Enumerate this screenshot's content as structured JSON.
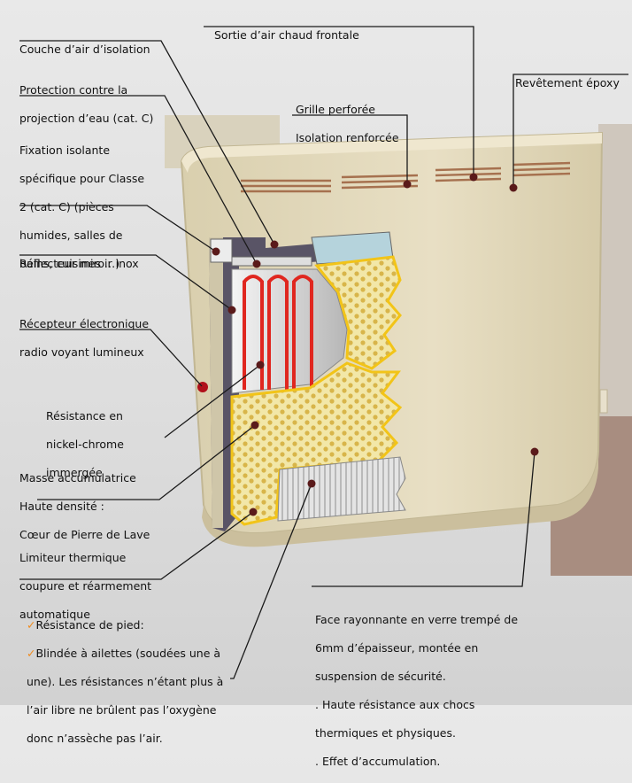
{
  "labels": {
    "sortie_air": "Sortie d’air chaud frontale",
    "couche_air": "Couche d’air d’isolation",
    "protection_l1": "Protection contre la",
    "protection_l2": "projection d’eau (cat. C)",
    "revetement": "Revêtement époxy",
    "grille_l1": "Grille perforée",
    "grille_l2": "Isolation renforcée",
    "fixation_l1": "Fixation isolante",
    "fixation_l2": "spécifique pour  Classe",
    "fixation_l3": "2 (cat. C) (pièces",
    "fixation_l4": "humides, salles de",
    "fixation_l5": "bains, cuisines …)",
    "reflecteur": "Réflecteur miroir inox",
    "recepteur_l1": "Récepteur électronique",
    "recepteur_l2": "radio voyant lumineux",
    "resistance_l1": "Résistance en",
    "resistance_l2": "nickel-chrome",
    "resistance_l3": "immergée",
    "masse_l1": "Masse accumulatrice",
    "masse_l2": "Haute densité :",
    "masse_l3": "Cœur de Pierre de Lave",
    "limiteur_l1": "Limiteur thermique",
    "limiteur_l2": "coupure et réarmement",
    "limiteur_l3": "automatique",
    "pied_check1": "✓",
    "pied_l1": "Résistance de pied:",
    "pied_check2": "✓",
    "pied_l2": "Blindée à ailettes (soudées une à",
    "pied_l3": "une). Les résistances n’étant plus à",
    "pied_l4": "l’air libre ne brûlent pas l’oxygène",
    "pied_l5": "donc n’assèche pas l’air.",
    "face_l1": "Face rayonnante en verre trempé de",
    "face_l2": "6mm d’épaisseur, montée en",
    "face_l3": "suspension de sécurité.",
    "face_l4": ". Haute résistance aux chocs",
    "face_l5": "thermiques et physiques.",
    "face_l6": ". Effet d’accumulation."
  },
  "colors": {
    "casing": "#e6dcbf",
    "casing_shadow": "#cfc4a5",
    "grille": "#a6714f",
    "heater_element": "#e0271f",
    "lava_fill": "#f2e7a8",
    "lava_dot": "#d8b54a",
    "yellow_edge": "#f2c418",
    "fin_block": "#dcdcdc",
    "lines": "#1a1a1a",
    "checkmark": "#f08a1c",
    "led": "#b0101a"
  }
}
